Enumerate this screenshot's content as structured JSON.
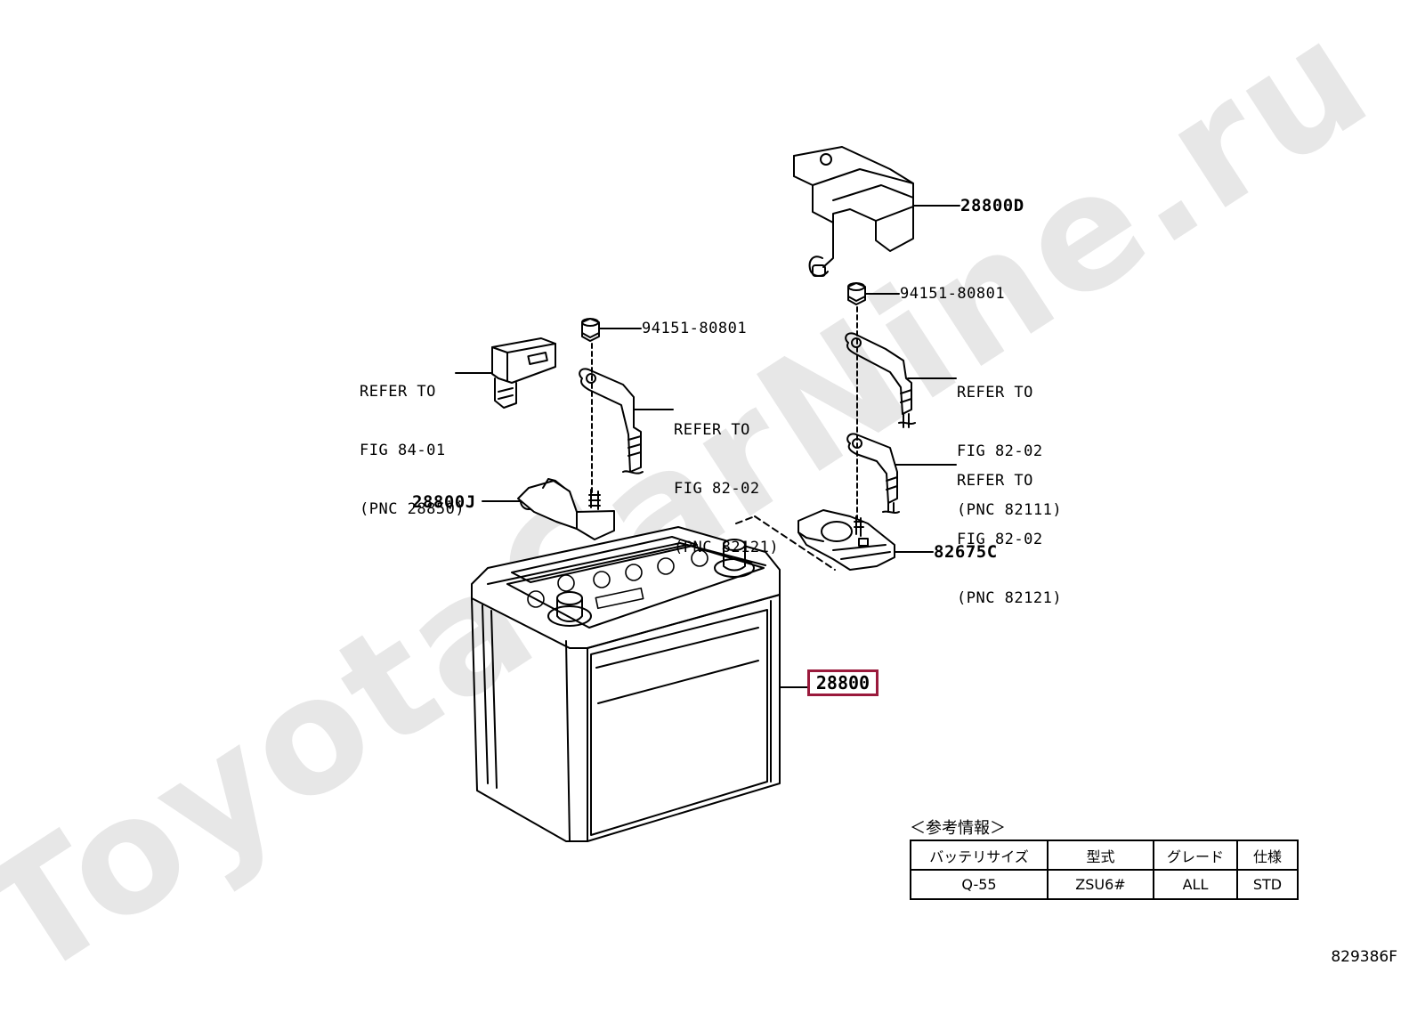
{
  "watermark": "ToyotaCarNine.ru",
  "parts": {
    "cover": "28800D",
    "nut_right": "94151-80801",
    "nut_left": "94151-80801",
    "clamp": "28800J",
    "bracket": "82675C",
    "battery": "28800"
  },
  "refs": {
    "sensor": [
      "REFER TO",
      "FIG 84-01",
      "(PNC 28850)"
    ],
    "cable_left": [
      "REFER TO",
      "FIG 82-02",
      "(PNC 82121)"
    ],
    "cable_right_top": [
      "REFER TO",
      "FIG 82-02",
      "(PNC 82111)"
    ],
    "cable_right_bottom": [
      "REFER TO",
      "FIG 82-02",
      "(PNC 82121)"
    ]
  },
  "info": {
    "title": "＜参考情報＞",
    "headers": [
      "バッテリサイズ",
      "型式",
      "グレード",
      "仕様"
    ],
    "row": [
      "Q-55",
      "ZSU6#",
      "ALL",
      "STD"
    ]
  },
  "figure_id": "829386F",
  "highlight_color": "#9a1a3c"
}
